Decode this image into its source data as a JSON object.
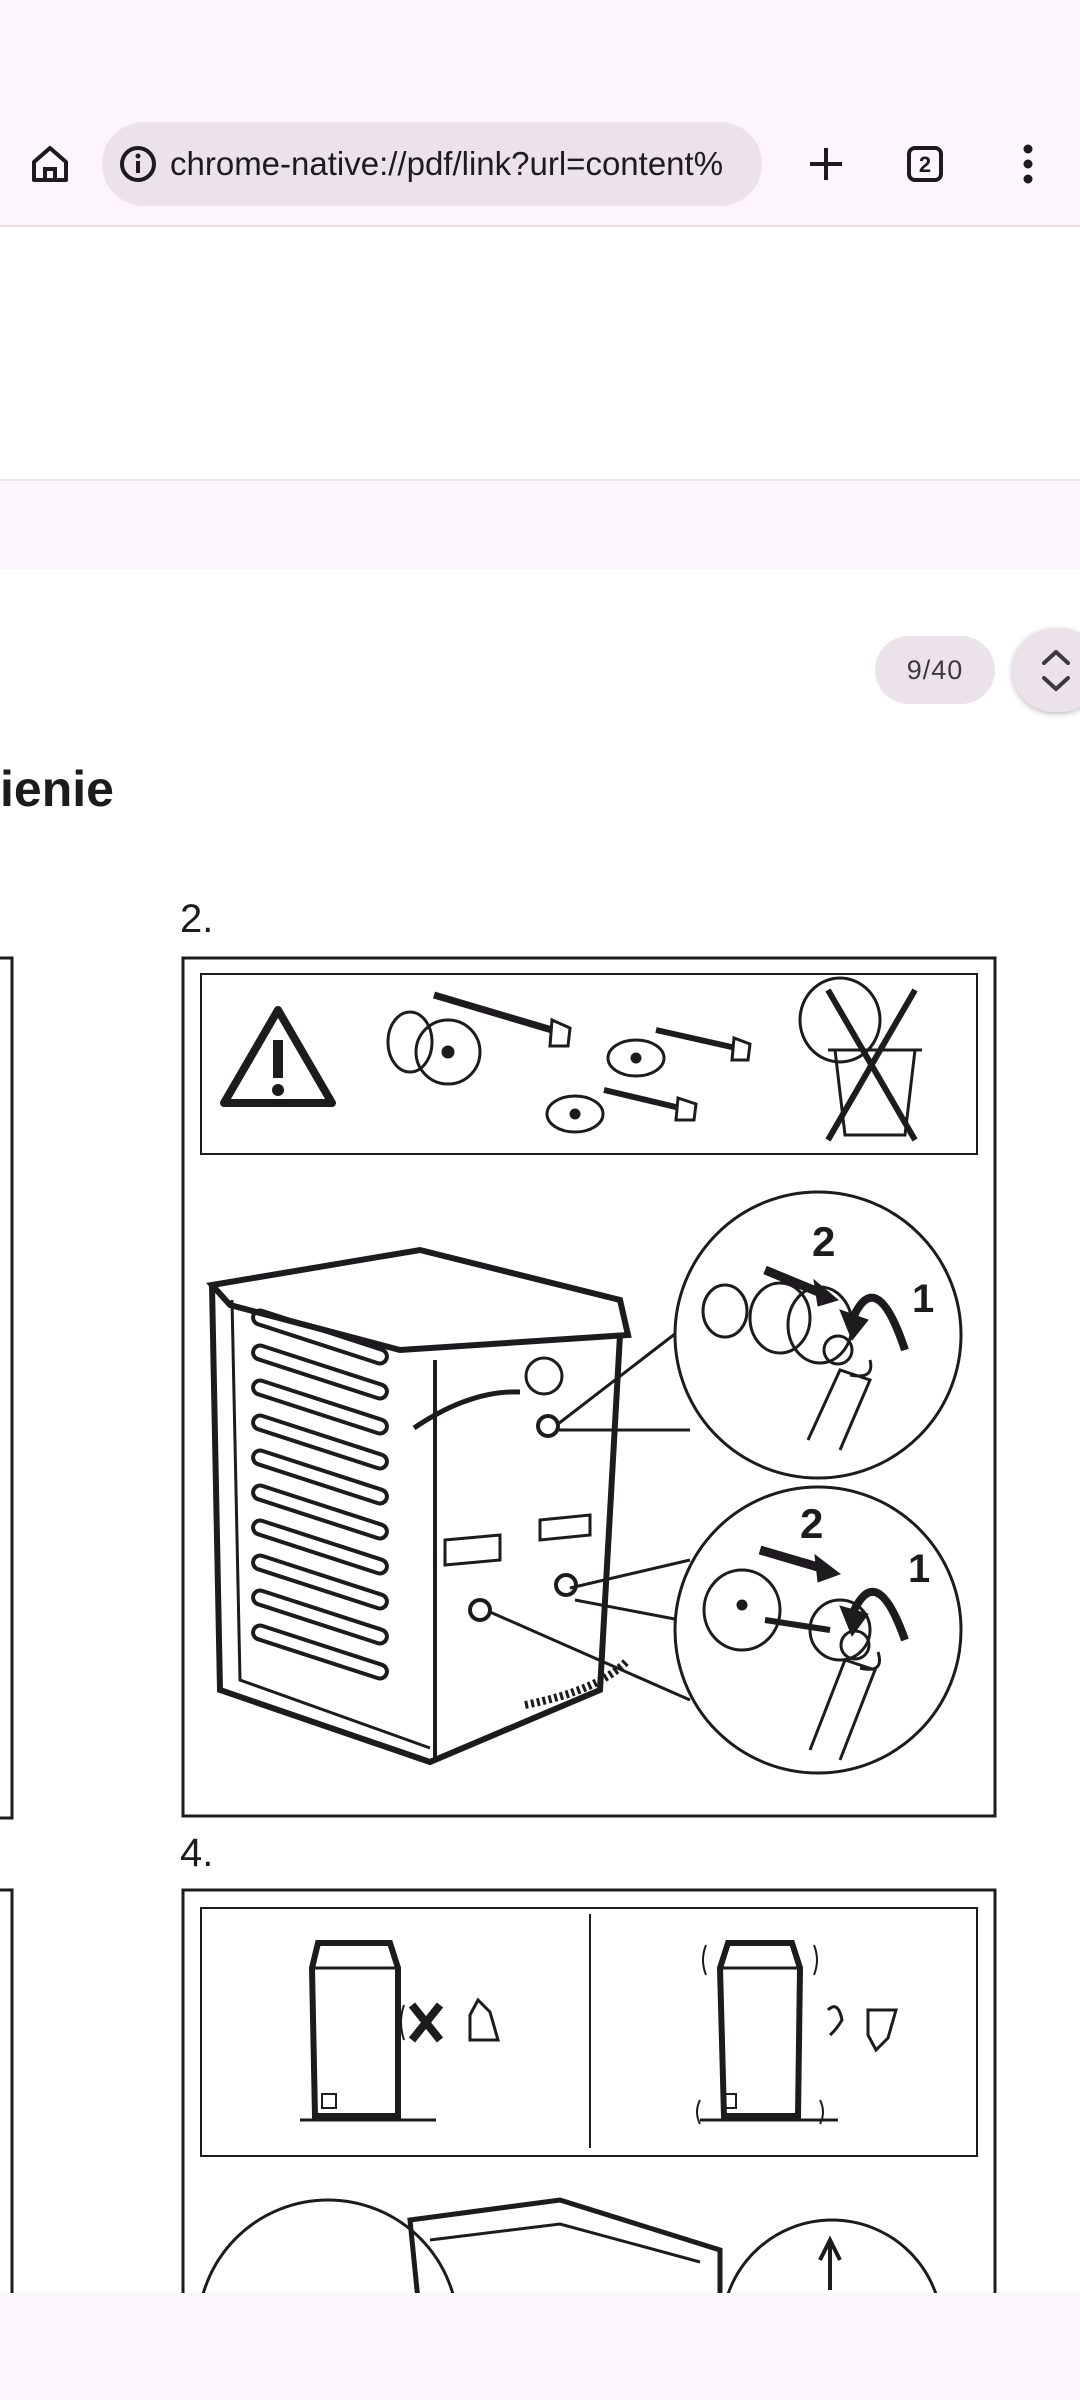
{
  "browser": {
    "url": "chrome-native://pdf/link?url=content%",
    "tab_count": "2"
  },
  "pdf": {
    "page_indicator": "9/40",
    "heading_fragment": "ienie",
    "steps": [
      {
        "label": "2."
      },
      {
        "label": "4."
      }
    ],
    "figure_labels": {
      "upper_callout_arrows": {
        "primary": "2",
        "secondary": "1"
      },
      "lower_callout_arrows": {
        "primary": "2",
        "secondary": "1"
      }
    }
  },
  "icons": {
    "home": "home-icon",
    "site_info": "info-icon",
    "new_tab": "plus-icon",
    "tab_switcher": "tab-switcher-icon",
    "menu": "more-vert-icon",
    "scroll": "chevron-up-down-icon"
  },
  "colors": {
    "chrome_background": "#fcf5fb",
    "omnibox_background": "#ece3ea",
    "text": "#1d1b1e"
  }
}
